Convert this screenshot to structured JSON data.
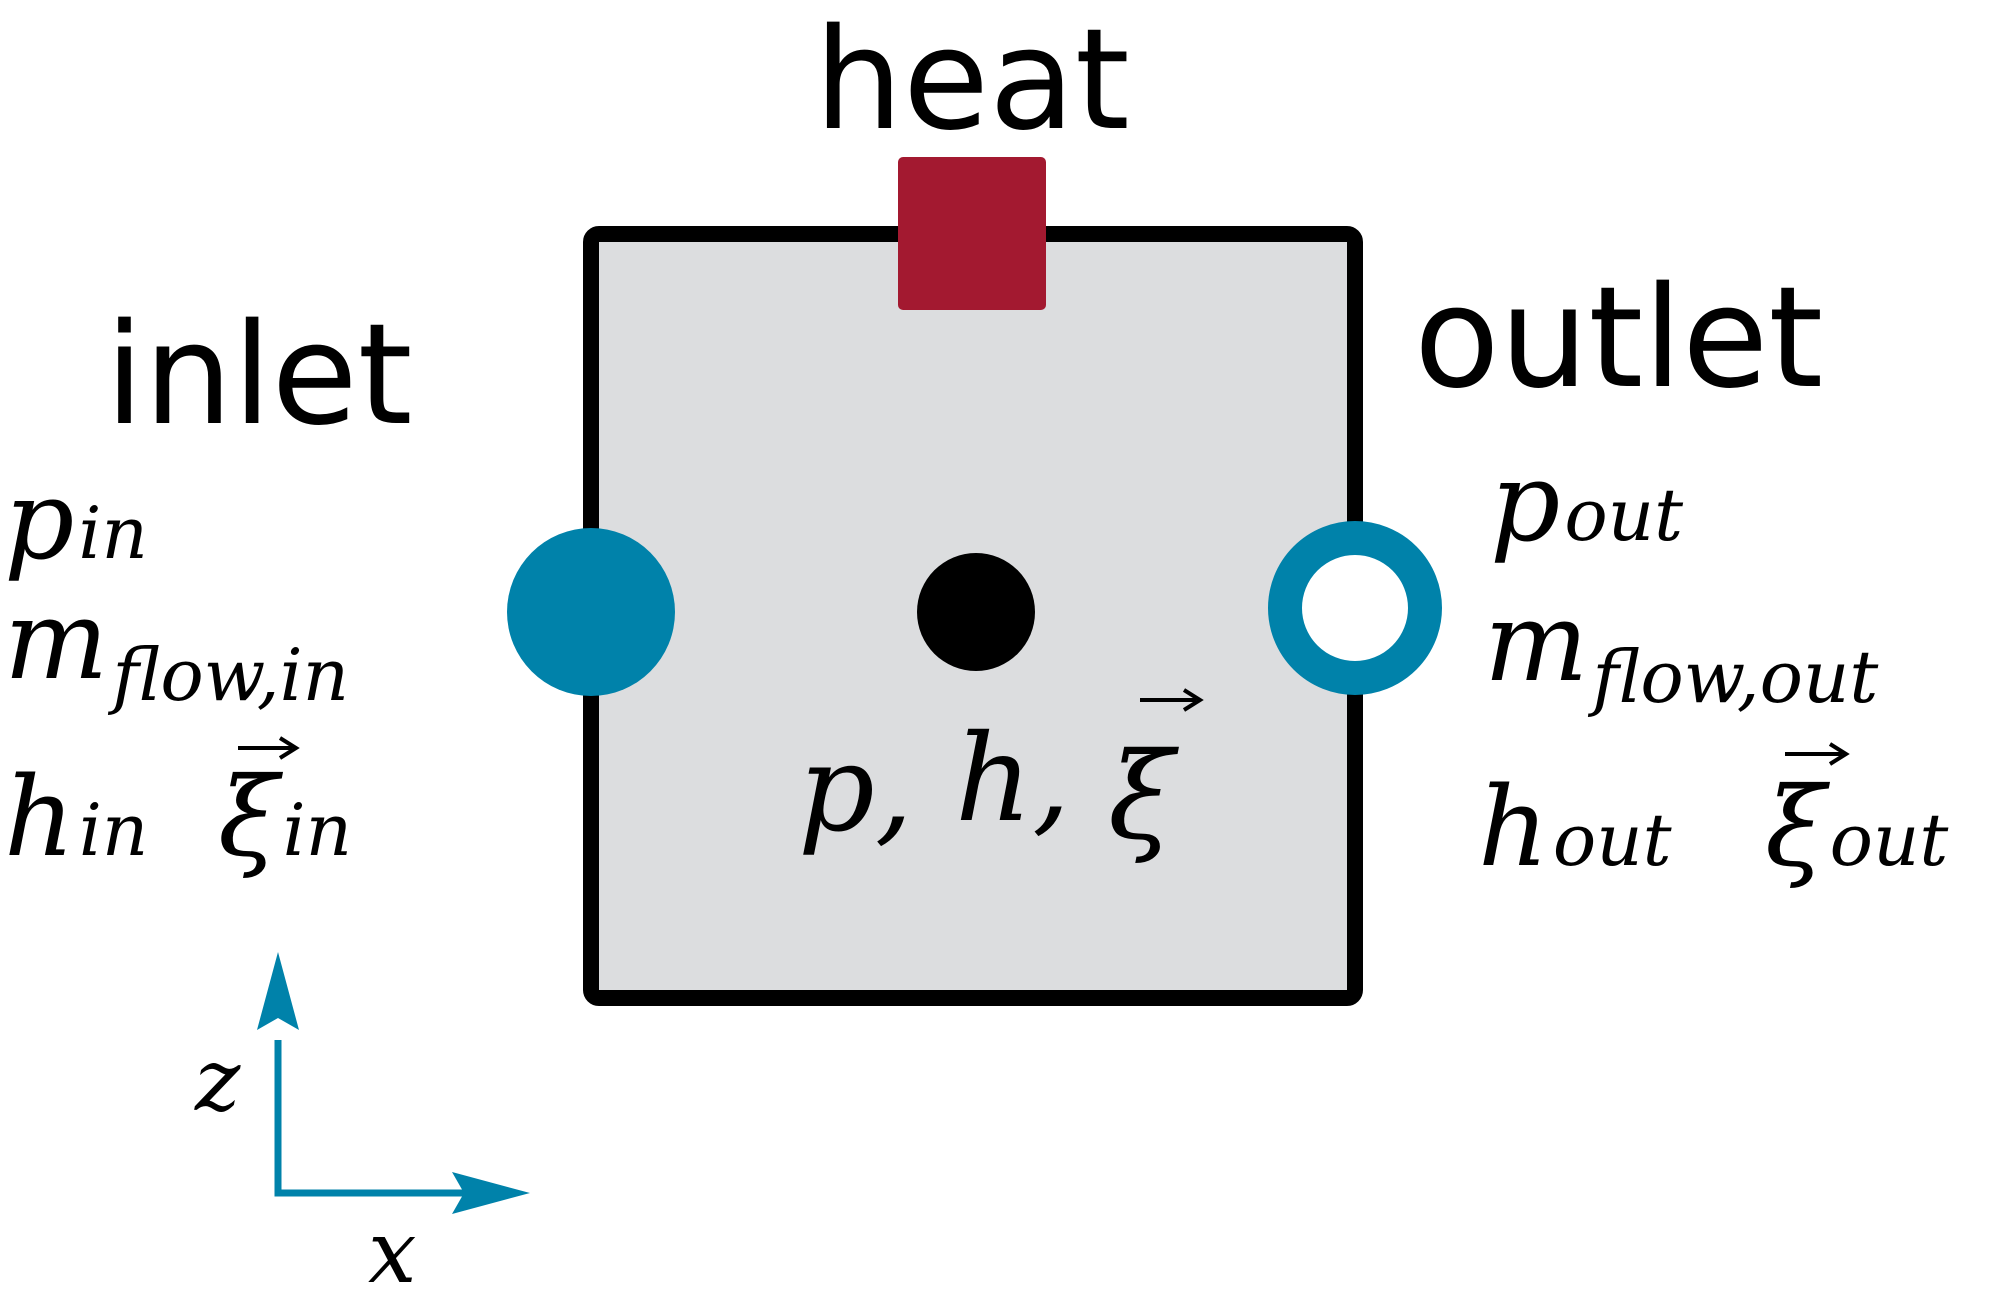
{
  "colors": {
    "volume_fill": "#dcdddf",
    "volume_stroke": "#000000",
    "heat_port": "#a31930",
    "fluid_port": "#0082aa",
    "state_point": "#000000",
    "axis": "#0082aa"
  },
  "labels": {
    "heat": "heat",
    "inlet": "inlet",
    "outlet": "outlet"
  },
  "inlet_vars": {
    "p": {
      "base": "p",
      "sub": "in"
    },
    "m_flow": {
      "base": "m",
      "sub": "flow,in"
    },
    "h": {
      "base": "h",
      "sub": "in"
    },
    "xi": {
      "base": "ξ",
      "sub": "in"
    }
  },
  "outlet_vars": {
    "p": {
      "base": "p",
      "sub": "out"
    },
    "m_flow": {
      "base": "m",
      "sub": "flow,out"
    },
    "h": {
      "base": "h",
      "sub": "out"
    },
    "xi": {
      "base": "ξ",
      "sub": "out"
    }
  },
  "state": {
    "p": "p,",
    "h": "h,",
    "xi": "ξ"
  },
  "axes": {
    "z": "z",
    "x": "x"
  }
}
